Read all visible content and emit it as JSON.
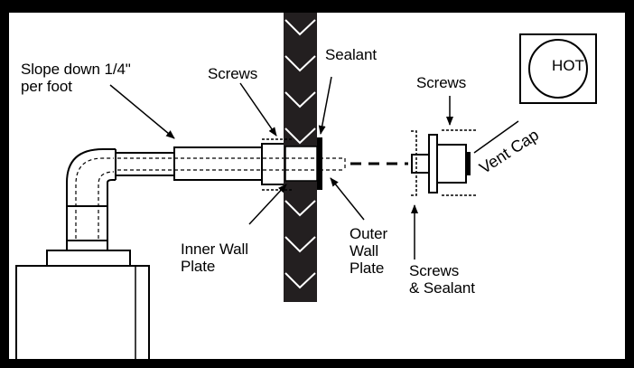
{
  "labels": {
    "slope": "Slope down 1/4\"\nper foot",
    "screws_left": "Screws",
    "sealant": "Sealant",
    "screws_right": "Screws",
    "inner_wall_plate": "Inner Wall\nPlate",
    "outer_wall_plate": "Outer\nWall\nPlate",
    "screws_and_sealant": "Screws\n& Sealant",
    "vent_cap": "Vent Cap",
    "hot": "HOT"
  },
  "colors": {
    "frame": "#000000",
    "background": "#ffffff",
    "wall": "#231f20"
  }
}
